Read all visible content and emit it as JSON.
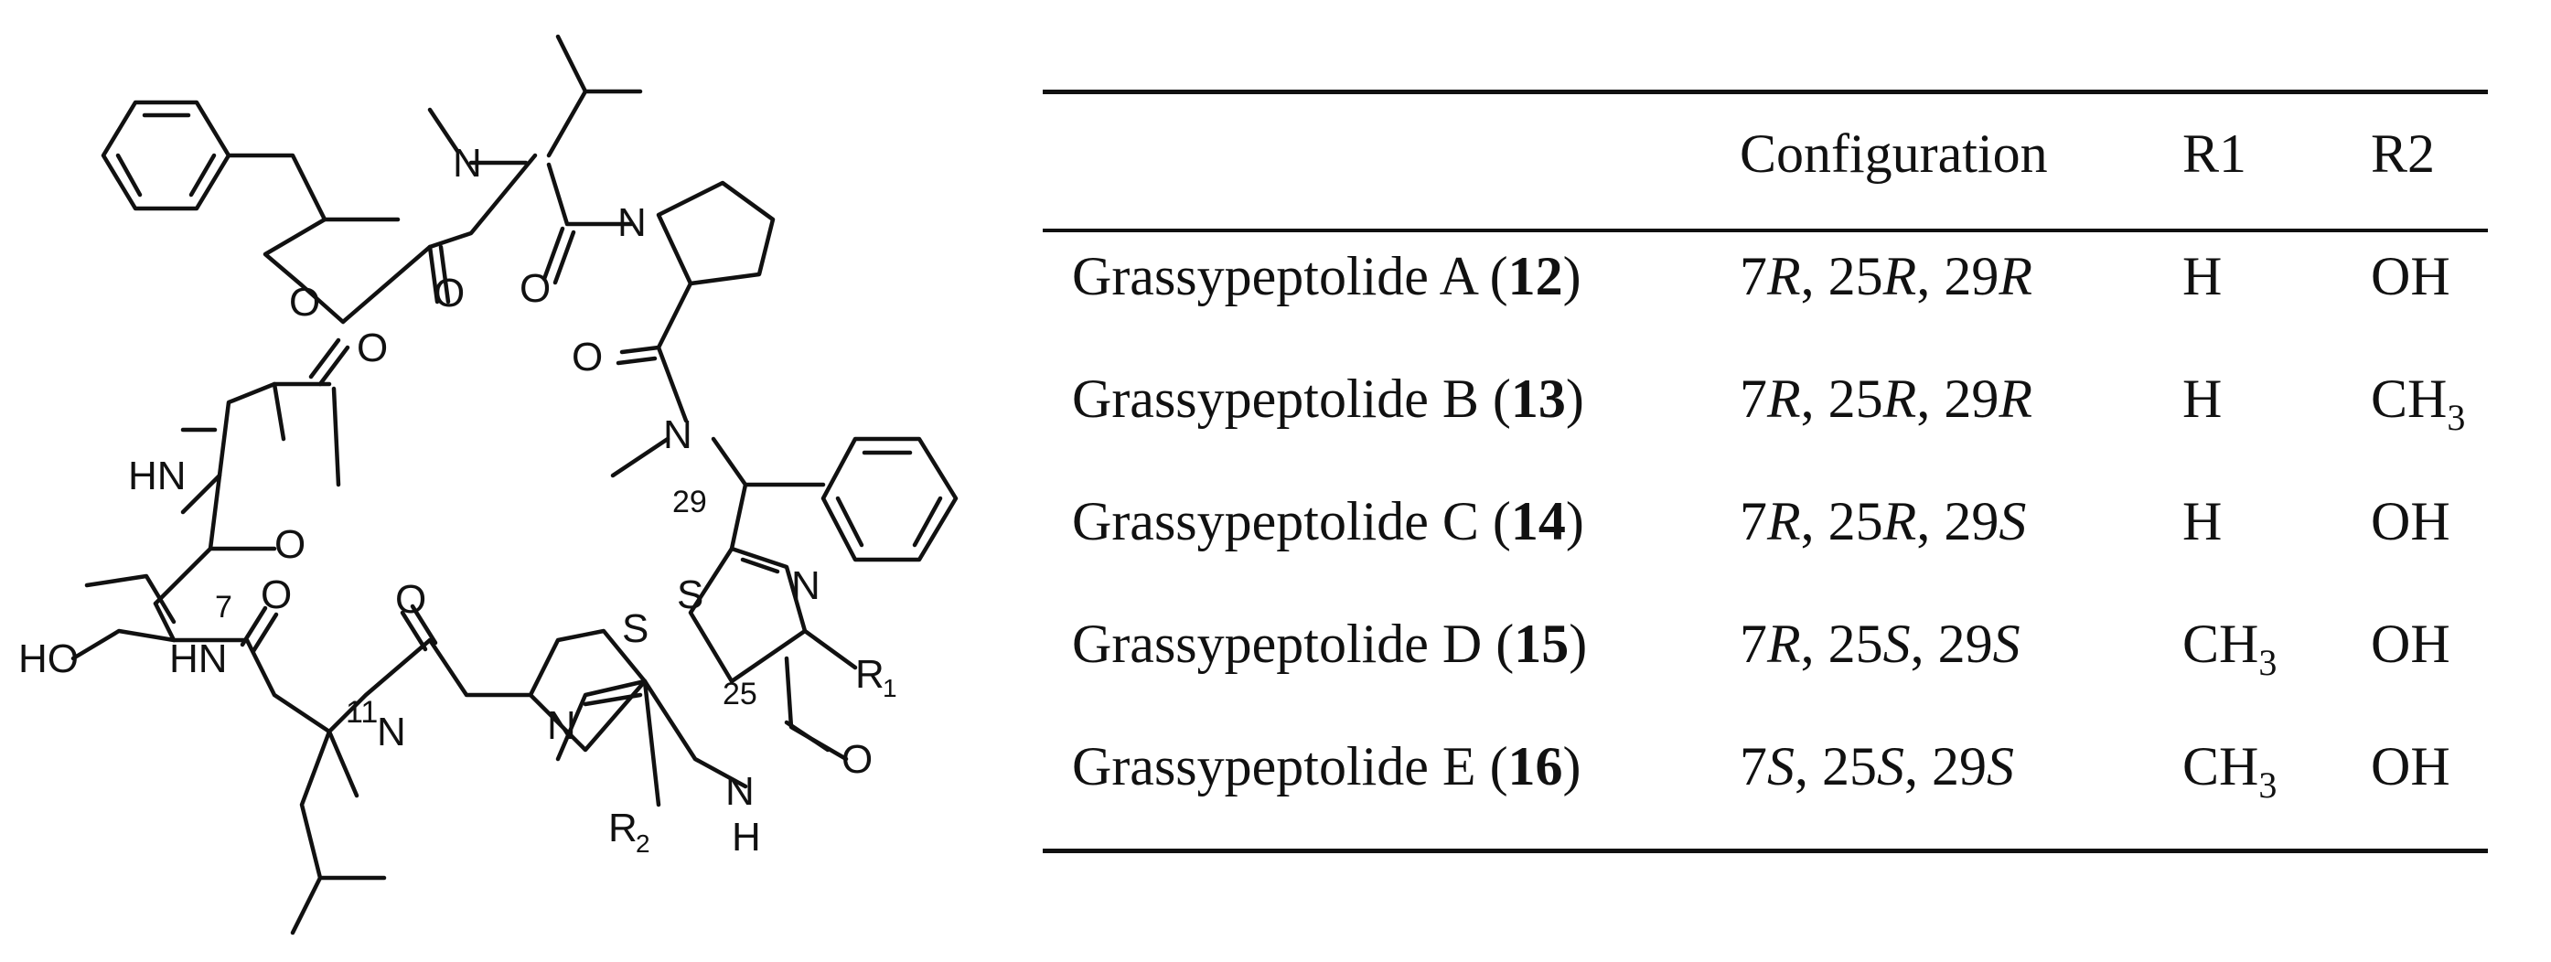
{
  "structure": {
    "atoms": {
      "O": "O",
      "N": "N",
      "S": "S",
      "HN": "HN",
      "HO": "HO",
      "H": "H",
      "R": "R"
    },
    "r1_sub": "1",
    "r2_sub": "2",
    "locants": {
      "c7": "7",
      "c11": "11",
      "c25": "25",
      "c29": "29"
    }
  },
  "table": {
    "headers": [
      "",
      "Configuration",
      "R1",
      "R2"
    ],
    "rows": [
      {
        "name": "Grassypeptolide A (",
        "num": "12",
        "close": ")",
        "config": [
          [
            "7",
            "R"
          ],
          [
            "25",
            "R"
          ],
          [
            "29",
            "R"
          ]
        ],
        "r1": "H",
        "r1_sub": "",
        "r2": "OH",
        "r2_sub": ""
      },
      {
        "name": "Grassypeptolide B (",
        "num": "13",
        "close": ")",
        "config": [
          [
            "7",
            "R"
          ],
          [
            "25",
            "R"
          ],
          [
            "29",
            "R"
          ]
        ],
        "r1": "H",
        "r1_sub": "",
        "r2": "CH",
        "r2_sub": "3"
      },
      {
        "name": "Grassypeptolide C (",
        "num": "14",
        "close": ")",
        "config": [
          [
            "7",
            "R"
          ],
          [
            "25",
            "R"
          ],
          [
            "29",
            "S"
          ]
        ],
        "r1": "H",
        "r1_sub": "",
        "r2": "OH",
        "r2_sub": ""
      },
      {
        "name": "Grassypeptolide D (",
        "num": "15",
        "close": ")",
        "config": [
          [
            "7",
            "R"
          ],
          [
            "25",
            "S"
          ],
          [
            "29",
            "S"
          ]
        ],
        "r1": "CH",
        "r1_sub": "3",
        "r2": "OH",
        "r2_sub": ""
      },
      {
        "name": "Grassypeptolide E (",
        "num": "16",
        "close": ")",
        "config": [
          [
            "7",
            "S"
          ],
          [
            "25",
            "S"
          ],
          [
            "29",
            "S"
          ]
        ],
        "r1": "CH",
        "r1_sub": "3",
        "r2": "OH",
        "r2_sub": ""
      }
    ]
  }
}
